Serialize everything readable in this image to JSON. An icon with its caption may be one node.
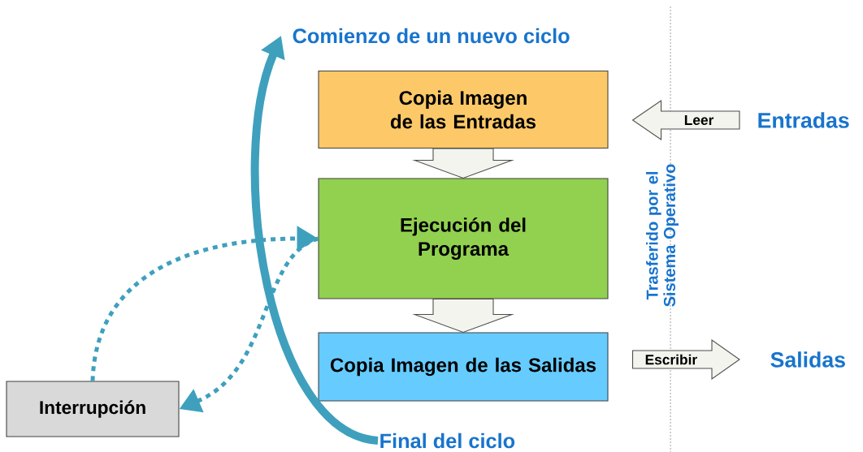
{
  "diagram": {
    "nodes": [
      {
        "text": [
          "Copia Imagen de las Entradas"
        ]
      },
      {
        "text": [
          "Ejecución del Programa"
        ]
      },
      {
        "text": [
          "Copia Imagen de las Salidas"
        ]
      },
      {
        "text": [
          "Interrupción"
        ]
      },
      {
        "text": [
          "Comienzo de un nuevo ciclo"
        ]
      },
      {
        "text": [
          "Final del ciclo"
        ]
      },
      {
        "text": [
          "Entradas"
        ]
      },
      {
        "text": [
          "Salidas"
        ]
      }
    ],
    "edges": [
      {
        "from": 0,
        "to": 1,
        "arrow": "to"
      },
      {
        "from": 1,
        "to": 2,
        "arrow": "to"
      },
      {
        "from": 6,
        "to": 0,
        "arrow": "to",
        "label": "Leer"
      },
      {
        "from": 2,
        "to": 7,
        "arrow": "to",
        "label": "Escribir"
      },
      {
        "from": 5,
        "to": 4,
        "arrow": "to",
        "style": "thick"
      },
      {
        "from": 3,
        "to": 1,
        "arrow": "to",
        "style": "dashed"
      },
      {
        "from": 1,
        "to": 3,
        "arrow": "to",
        "style": "dashed"
      }
    ],
    "labels": [
      "Trasferido por el Sistema Operativo"
    ]
  }
}
